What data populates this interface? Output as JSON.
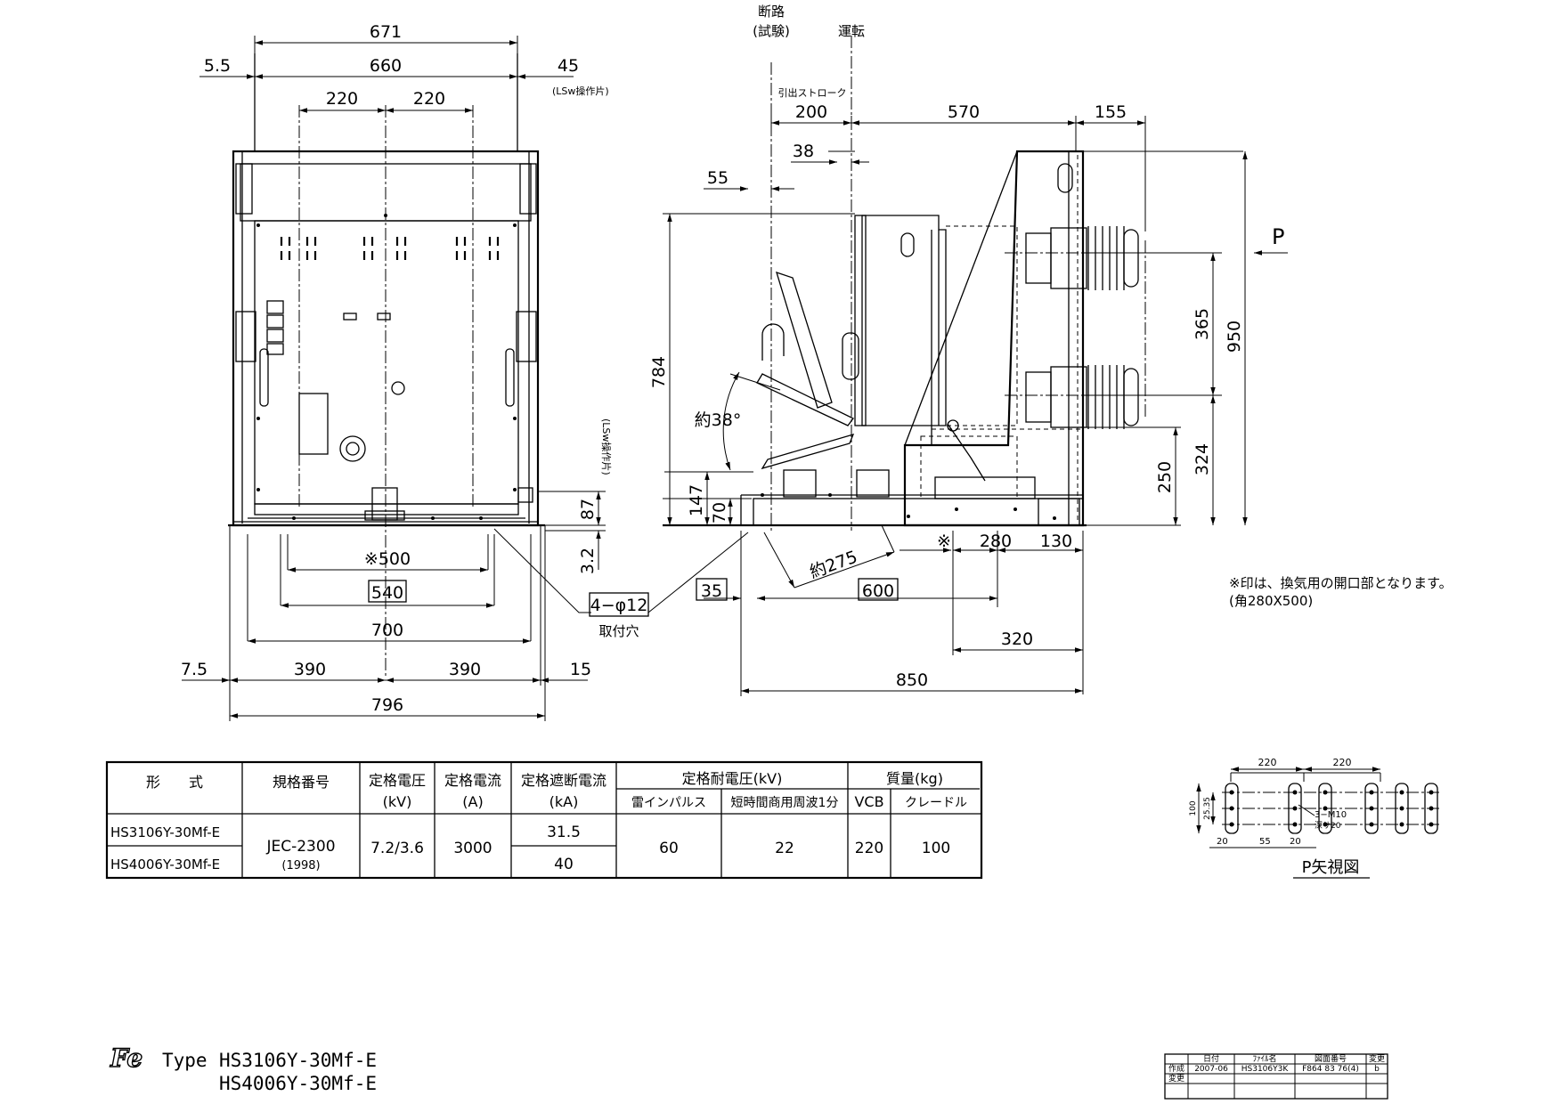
{
  "front_view": {
    "dims": {
      "d671": "671",
      "d660": "660",
      "d5_5": "5.5",
      "d45": "45",
      "lsw_top": "(LSw操作片)",
      "d220a": "220",
      "d220b": "220",
      "d500": "※500",
      "d540": "540",
      "d700": "700",
      "d7_5": "7.5",
      "d390a": "390",
      "d390b": "390",
      "d15": "15",
      "d796": "796",
      "d87": "87",
      "d3_2": "3.2",
      "lsw_side": "(LSw操作片)"
    },
    "hole_label": "4−φ12",
    "hole_caption": "取付穴"
  },
  "side_view": {
    "dims": {
      "disconnect": "断路",
      "test": "(試験)",
      "run": "運転",
      "stroke": "引出ストローク",
      "d200": "200",
      "d570": "570",
      "d155": "155",
      "d38": "38",
      "d55": "55",
      "d784": "784",
      "d147": "147",
      "d70": "70",
      "angle": "約38°",
      "d275": "約275",
      "d35": "35",
      "d600": "600",
      "star": "※",
      "d280": "280",
      "d130": "130",
      "d320": "320",
      "d850": "850",
      "d365": "365",
      "d950": "950",
      "d324": "324",
      "d250": "250",
      "p": "P"
    },
    "note_line1": "※印は、換気用の開口部となります。",
    "note_line2": "(角280X500)"
  },
  "spec_table": {
    "headers": {
      "type": "形　　式",
      "std": "規格番号",
      "voltage": "定格電圧",
      "voltage_unit": "(kV)",
      "current": "定格電流",
      "current_unit": "(A)",
      "breaking": "定格遮断電流",
      "breaking_unit": "(kA)",
      "withstand": "定格耐電圧(kV)",
      "impulse": "雷インパルス",
      "power_freq": "短時間商用周波1分",
      "mass": "質量(kg)",
      "vcb": "VCB",
      "cradle": "クレードル"
    },
    "rows": [
      {
        "type": "HS3106Y-30Mf-E",
        "breaking": "31.5"
      },
      {
        "type": "HS4006Y-30Mf-E",
        "breaking": "40"
      }
    ],
    "shared": {
      "std": "JEC-2300",
      "std_year": "(1998)",
      "voltage": "7.2/3.6",
      "current": "3000",
      "impulse": "60",
      "power_freq": "22",
      "vcb": "220",
      "cradle": "100"
    }
  },
  "p_view": {
    "title": "P矢視図",
    "d220a": "220",
    "d220b": "220",
    "d100": "100",
    "d25_35": "25.35",
    "bolt": "3−M10",
    "depth": "深サ20",
    "d20a": "20",
    "d20b": "20",
    "d55": "55"
  },
  "footer": {
    "type_label": "Type",
    "model1": "HS3106Y-30Mf-E",
    "model2": "HS4006Y-30Mf-E"
  },
  "title_block": {
    "h_date": "日付",
    "h_file": "ﾌｧｲﾙ名",
    "h_drawing": "図面番号",
    "h_rev": "変更",
    "r_made": "作成",
    "r_change": "変更",
    "date": "2007-06",
    "file": "HS3106Y3K",
    "drawing": "F864 83 76(4)",
    "rev": "b"
  }
}
